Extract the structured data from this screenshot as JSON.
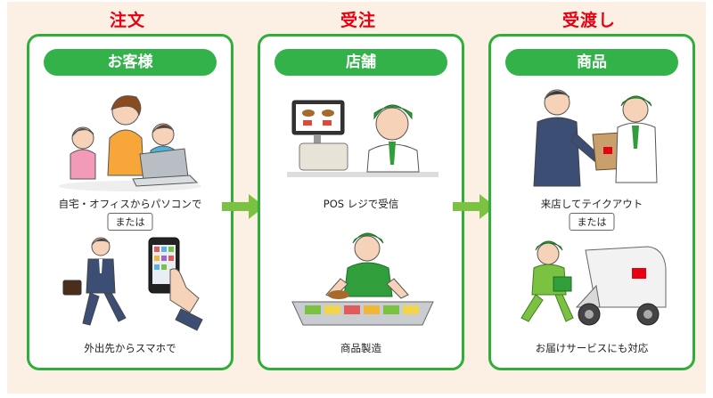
{
  "steps": [
    {
      "title": "注文",
      "header": "お客様",
      "caption_top": "自宅・オフィスからパソコンで",
      "or_label": "または",
      "caption_bottom": "外出先からスマホで"
    },
    {
      "title": "受注",
      "header": "店舗",
      "caption_top": "POS レジで受信",
      "caption_bottom": "商品製造"
    },
    {
      "title": "受渡し",
      "header": "商品",
      "caption_top": "来店してテイクアウト",
      "or_label": "または",
      "caption_bottom": "お届けサービスにも対応"
    }
  ],
  "colors": {
    "accent_green": "#33b24a",
    "title_red": "#e60012",
    "arrow_green": "#7cc242",
    "background": "#fbf0e3"
  },
  "icons": [
    "family-computer-illustration",
    "businessman-smartphone-illustration",
    "pos-register-staff-illustration",
    "food-preparation-illustration",
    "takeout-handover-illustration",
    "delivery-scooter-illustration",
    "right-arrow-icon"
  ]
}
